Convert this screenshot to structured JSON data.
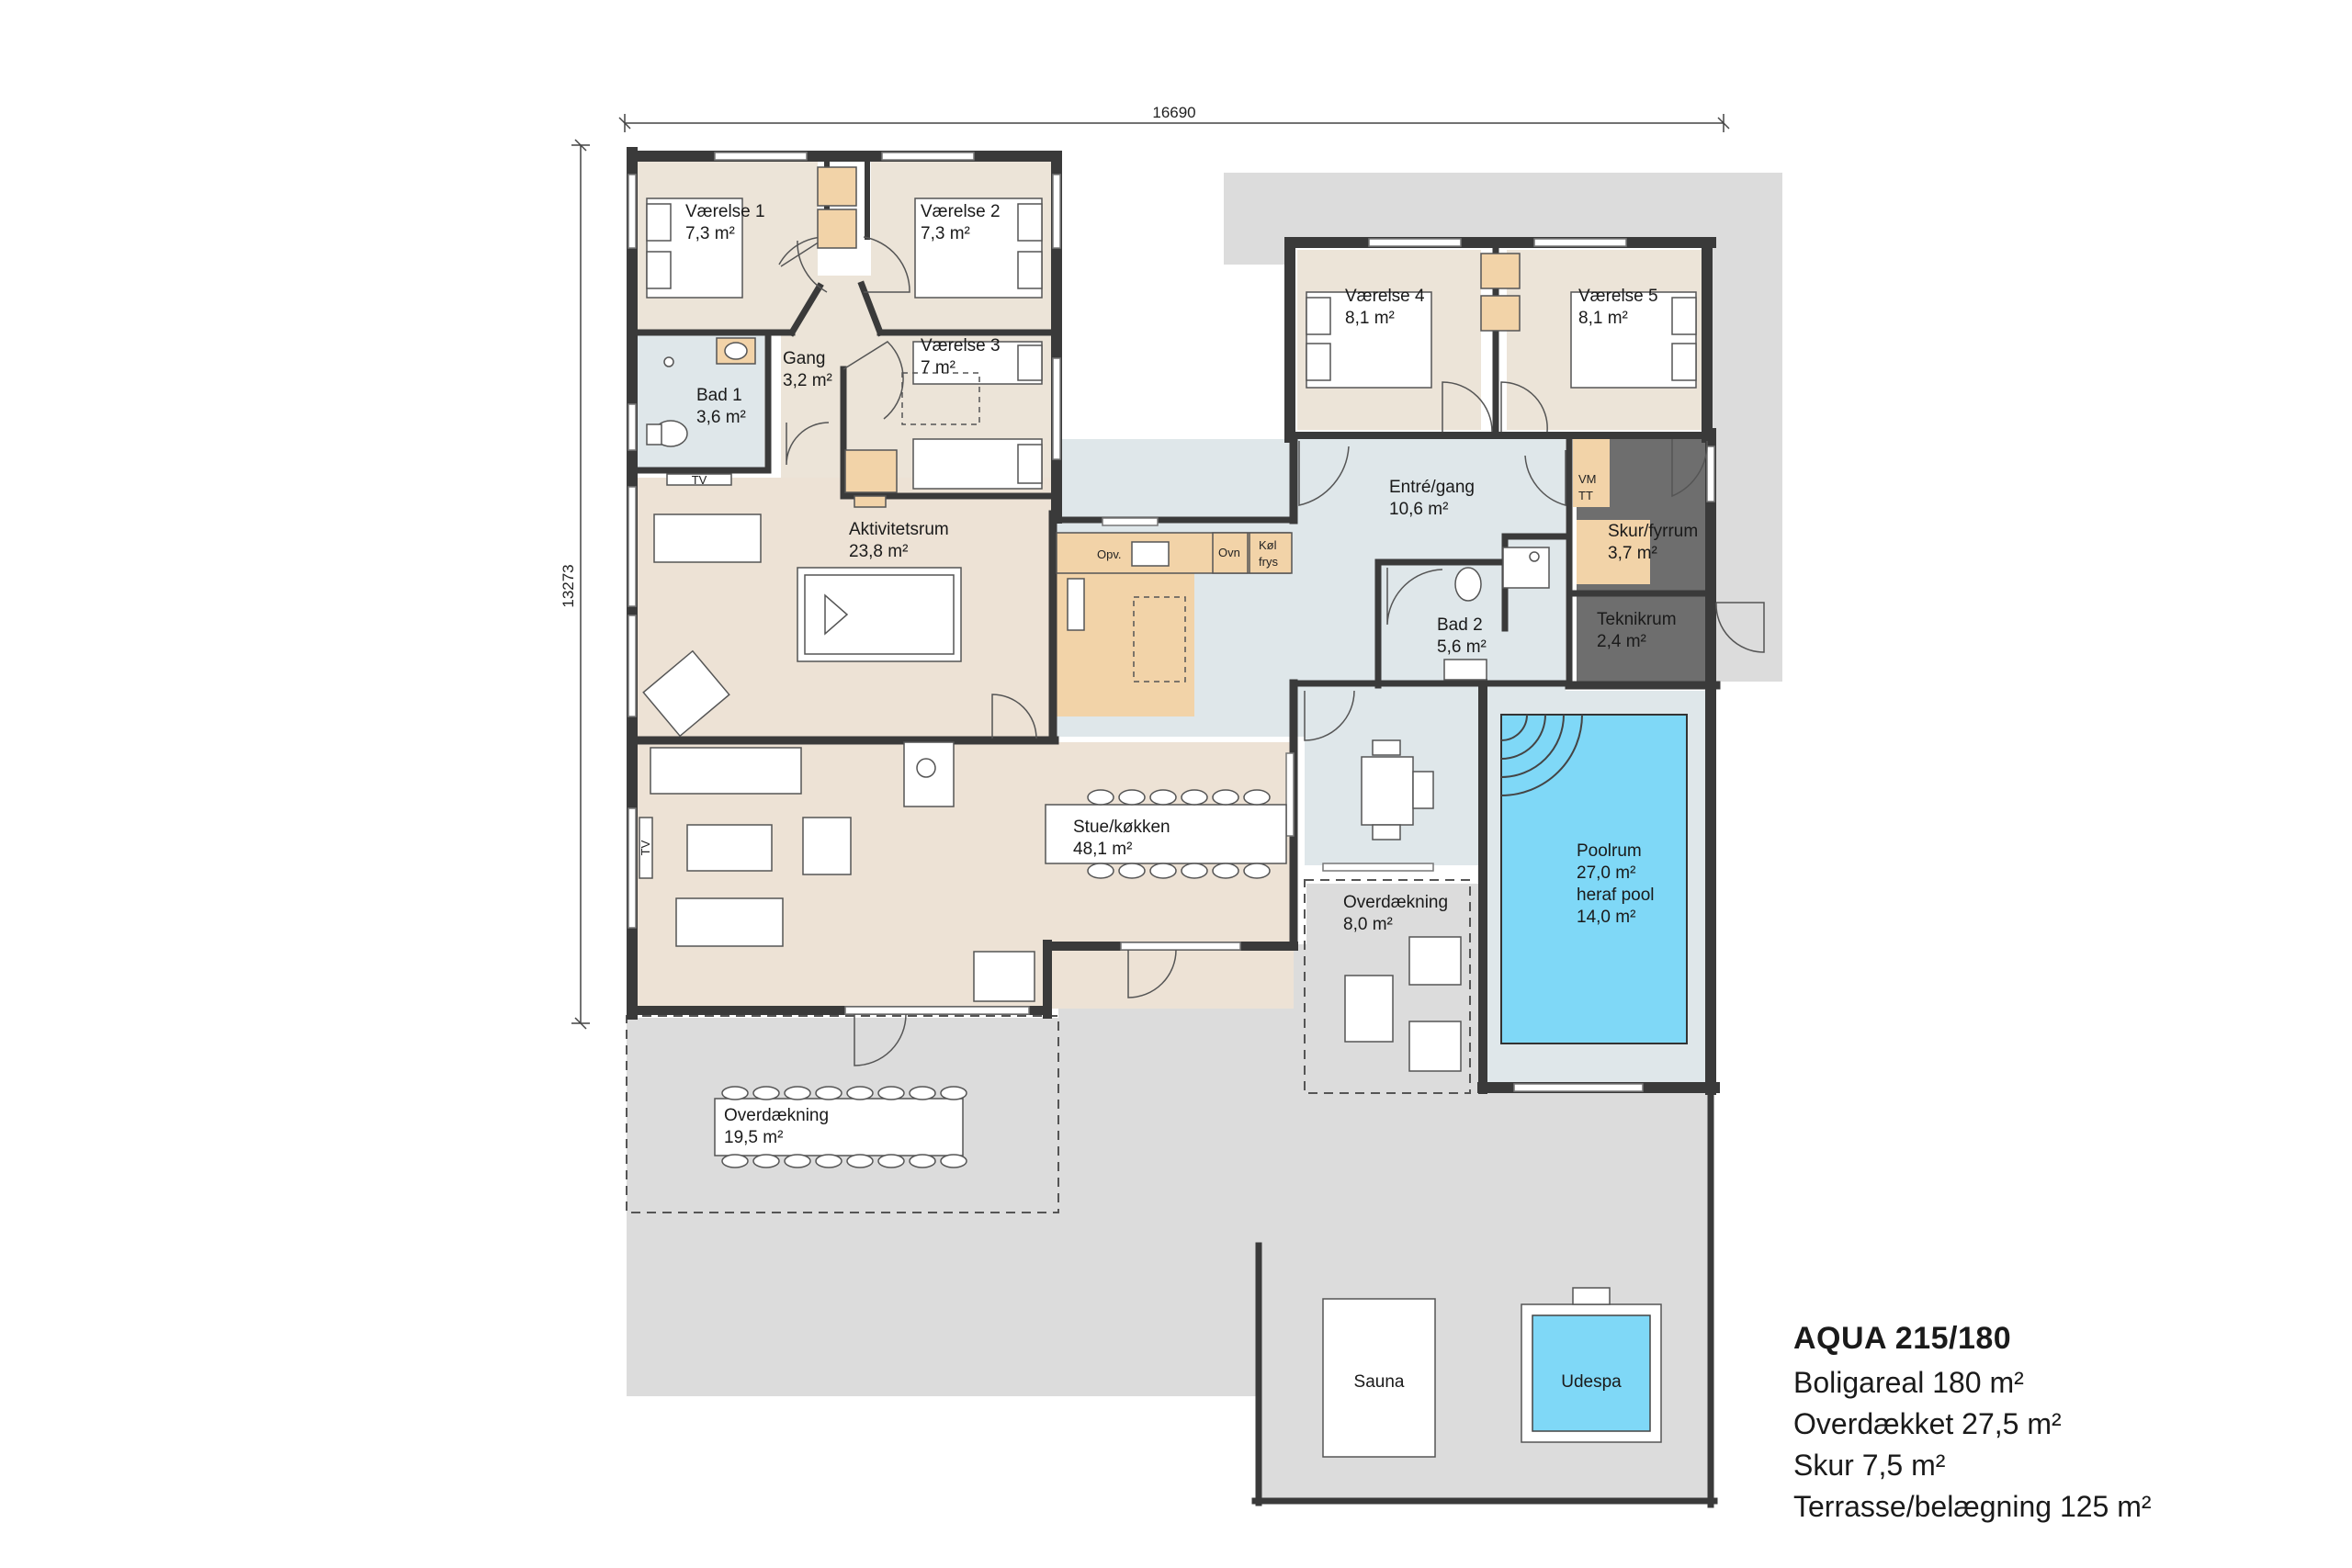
{
  "dimensions": {
    "width": "16690",
    "height": "13273"
  },
  "rooms": {
    "vaerelse1": {
      "name": "Værelse 1",
      "area": "7,3 m²"
    },
    "vaerelse2": {
      "name": "Værelse 2",
      "area": "7,3 m²"
    },
    "vaerelse3": {
      "name": "Værelse 3",
      "area": "7 m²"
    },
    "vaerelse4": {
      "name": "Værelse 4",
      "area": "8,1 m²"
    },
    "vaerelse5": {
      "name": "Værelse 5",
      "area": "8,1 m²"
    },
    "gang": {
      "name": "Gang",
      "area": "3,2 m²"
    },
    "bad1": {
      "name": "Bad 1",
      "area": "3,6 m²"
    },
    "bad2": {
      "name": "Bad 2",
      "area": "5,6 m²"
    },
    "aktivitetsrum": {
      "name": "Aktivitetsrum",
      "area": "23,8 m²"
    },
    "entre": {
      "name": "Entré/gang",
      "area": "10,6 m²"
    },
    "skur": {
      "name": "Skur/fyrrum",
      "area": "3,7 m²"
    },
    "teknikrum": {
      "name": "Teknikrum",
      "area": "2,4 m²"
    },
    "stue": {
      "name": "Stue/køkken",
      "area": "48,1 m²"
    },
    "poolrum": {
      "name": "Poolrum",
      "area": "27,0 m²",
      "sub": "heraf pool",
      "sub_area": "14,0 m²"
    },
    "overdaekning_small": {
      "name": "Overdækning",
      "area": "8,0 m²"
    },
    "overdaekning_large": {
      "name": "Overdækning",
      "area": "19,5 m²"
    },
    "sauna": {
      "name": "Sauna"
    },
    "udespa": {
      "name": "Udespa"
    }
  },
  "fixtures": {
    "tv1": "TV",
    "tv2": "TV",
    "opv": "Opv.",
    "ovn": "Ovn",
    "kol": "Køl",
    "frys": "frys",
    "vm": "VM",
    "tt": "TT"
  },
  "info": {
    "title": "AQUA 215/180",
    "boligareal": "Boligareal 180 m²",
    "overdaekket": "Overdækket 27,5 m²",
    "skur": "Skur 7,5 m²",
    "terrasse": "Terrasse/belægning 125 m²"
  },
  "colors": {
    "wall": "#3a3a3a",
    "terrace": "#dcdcdc",
    "bedroom": "#ece4d8",
    "living": "#ede2d5",
    "wet": "#dfe7ea",
    "kitchen": "#f2d3a8",
    "pool": "#7fd8f7",
    "technical": "#6e6e6e"
  }
}
